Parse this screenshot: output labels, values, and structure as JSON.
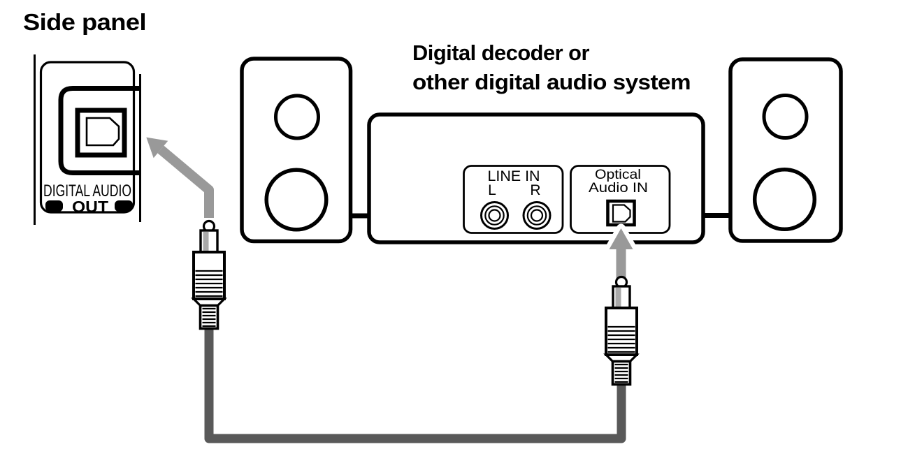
{
  "titles": {
    "side_panel": "Side panel",
    "device_line1": "Digital decoder or",
    "device_line2": "other digital audio system"
  },
  "side_panel_jack": {
    "label_top": "DIGITAL AUDIO",
    "label_bottom": "OUT"
  },
  "decoder_unit": {
    "line_in_label": "LINE IN",
    "line_in_left": "L",
    "line_in_right": "R",
    "optical_label_line1": "Optical",
    "optical_label_line2": "Audio IN"
  },
  "colors": {
    "outline": "#000000",
    "arrow_gray": "#999999",
    "cable_gray": "#595959",
    "plug_shading": "#a9a9a9",
    "background": "#ffffff"
  }
}
